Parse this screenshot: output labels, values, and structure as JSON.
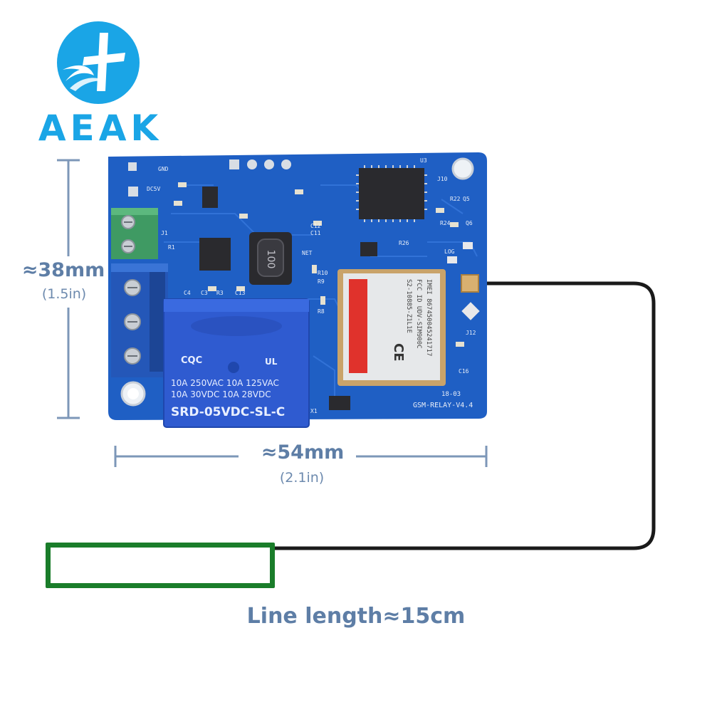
{
  "brand": {
    "logo_text": "AEAK",
    "logo_color": "#1aa5e6"
  },
  "dimensions": {
    "width_label": "≈54mm",
    "width_sub": "(2.1in)",
    "height_label": "≈38mm",
    "height_sub": "(1.5in)",
    "line_length_label": "Line length≈15cm",
    "label_color": "#5e7ea6"
  },
  "board": {
    "color": "#1f5fc4",
    "board_label": "GSM-RELAY-V4.4",
    "date_code": "18-03",
    "relay": {
      "line1": "10A 250VAC   10A 125VAC",
      "line2": "10A 30VDC   10A 28VDC",
      "model": "SRD-05VDC-SL-C",
      "cert1": "CQC",
      "cert2": "UL",
      "color": "#2f5bd0"
    },
    "inductor_marking": "100",
    "gsm_module": {
      "imei": "IMEI 867450045241717",
      "fcc": "FCC ID UDV-SIM900C",
      "sn": "S2-10885-Z1L1E",
      "ce": "CE"
    },
    "silkscreen": [
      "GND",
      "DC5V",
      "J1",
      "R1",
      "R3",
      "C3",
      "C4",
      "C13",
      "C11",
      "C12",
      "C16",
      "R8",
      "R9",
      "R10",
      "J12",
      "Q5",
      "Q6",
      "R22",
      "R24",
      "R26",
      "LOG",
      "NET",
      "X1",
      "J10",
      "U3"
    ]
  },
  "antenna": {
    "cable_color": "#1a1a1a",
    "tag_border_color": "#1a7d2a"
  }
}
